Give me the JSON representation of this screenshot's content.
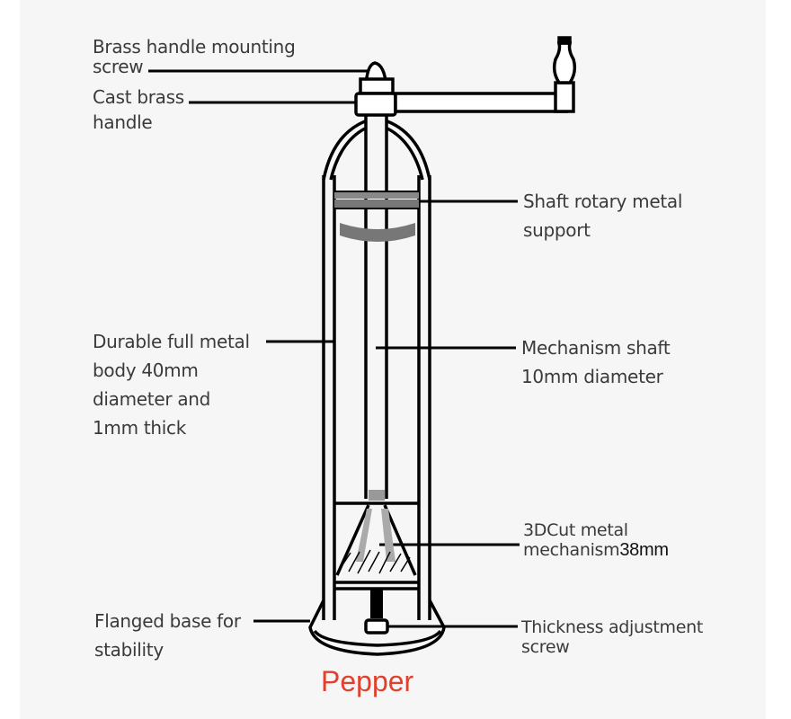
{
  "labels": {
    "mounting_screw": [
      "Brass handle mounting",
      "screw"
    ],
    "handle": [
      "Cast brass",
      "handle"
    ],
    "shaft_support": [
      "Shaft rotary metal",
      "support"
    ],
    "body": [
      "Durable full metal",
      "body 40mm",
      "diameter and",
      "1mm thick"
    ],
    "shaft": [
      "Mechanism shaft",
      "10mm diameter"
    ],
    "mechanism": [
      "3DCut metal",
      "mechanism",
      "38mm"
    ],
    "base": [
      "Flanged base for",
      "stability"
    ],
    "adjust_screw": [
      "Thickness adjustment",
      "screw"
    ]
  },
  "caption": "Pepper",
  "colors": {
    "caption": "#e0402c",
    "text": "#3a3a3a",
    "line": "#000000"
  }
}
